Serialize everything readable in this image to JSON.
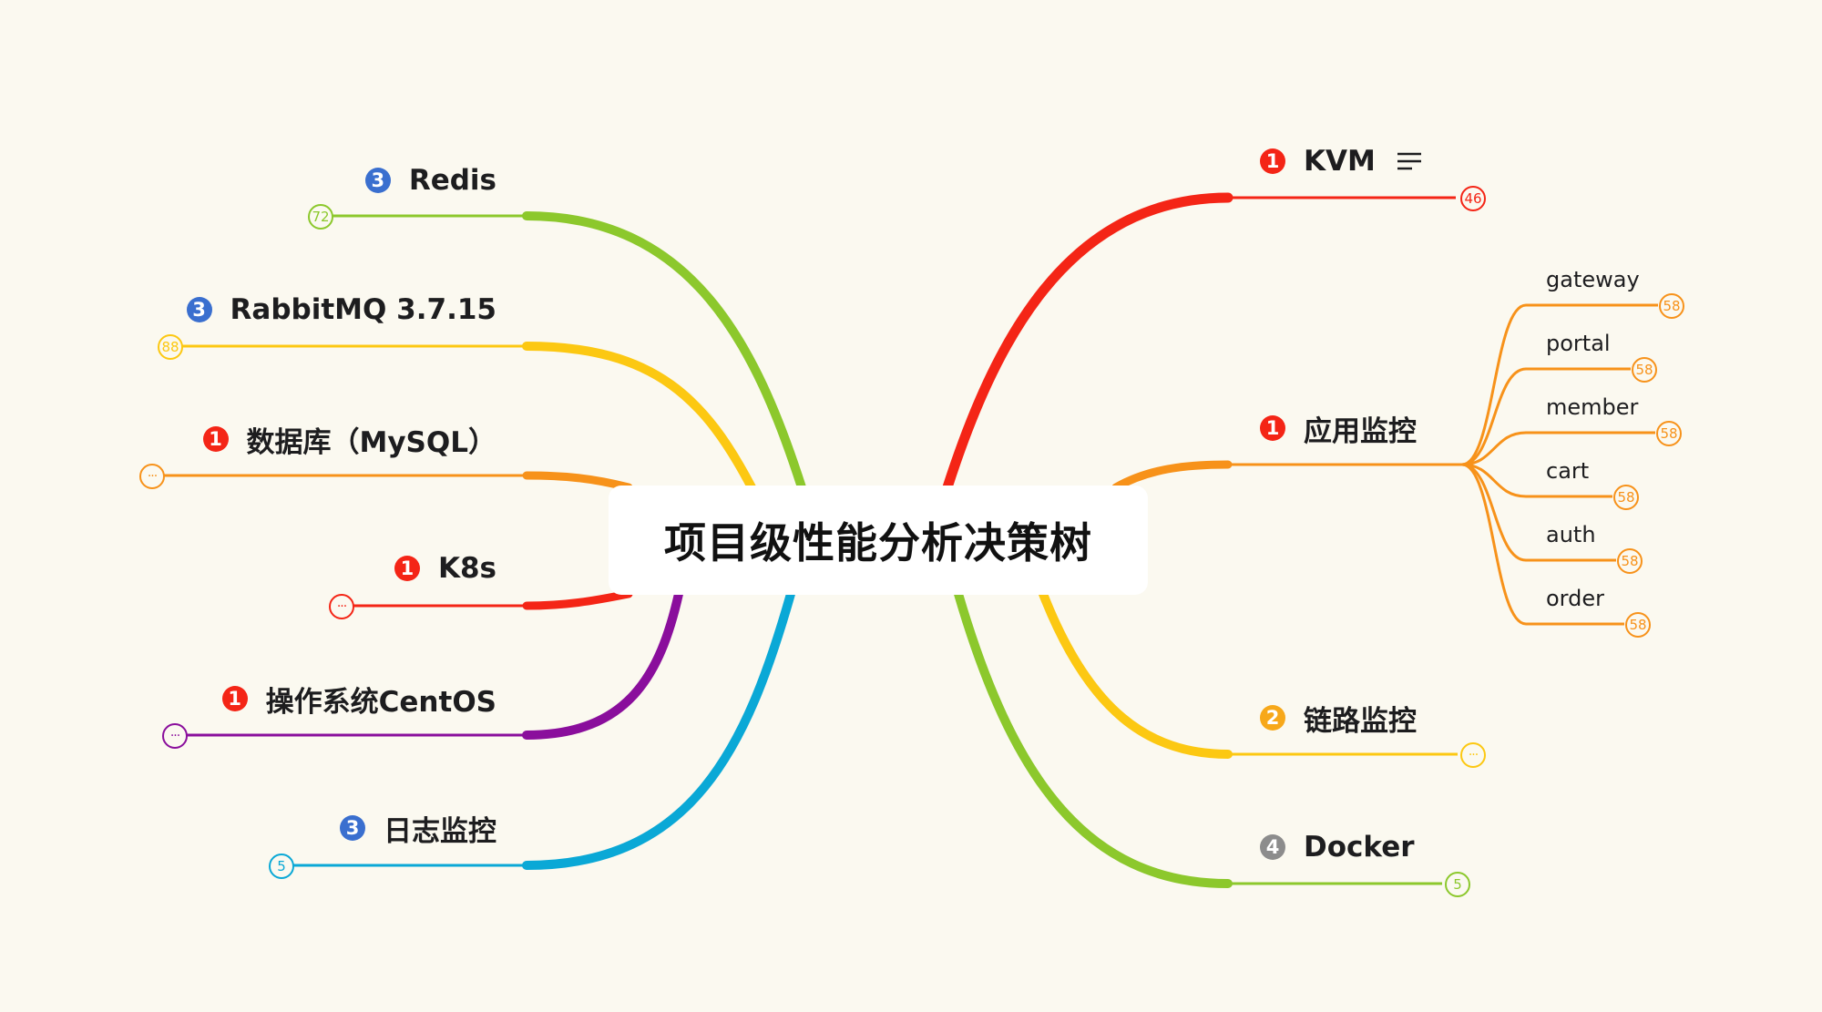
{
  "root": {
    "title": "项目级性能分析决策树"
  },
  "colors": {
    "red": "#f42516",
    "orange": "#f7921a",
    "yellow": "#fcc812",
    "green": "#8cc82c",
    "purple": "#8a0e9c",
    "cyan": "#0aa8d6",
    "blue_badge": "#3a6fcf",
    "gray_badge": "#8c8c8c",
    "background": "#fbf9f0"
  },
  "left_topics": [
    {
      "id": "redis",
      "label": "Redis",
      "priority": "3",
      "count": "72",
      "color": "#8cc82c"
    },
    {
      "id": "rabbitmq",
      "label": "RabbitMQ 3.7.15",
      "priority": "3",
      "count": "88",
      "color": "#fcc812"
    },
    {
      "id": "mysql",
      "label": "数据库（MySQL）",
      "priority": "1",
      "count": "···",
      "color": "#f7921a"
    },
    {
      "id": "k8s",
      "label": "K8s",
      "priority": "1",
      "count": "···",
      "color": "#f42516"
    },
    {
      "id": "centos",
      "label": "操作系统CentOS",
      "priority": "1",
      "count": "···",
      "color": "#8a0e9c"
    },
    {
      "id": "logs",
      "label": "日志监控",
      "priority": "3",
      "count": "5",
      "color": "#0aa8d6"
    }
  ],
  "right_topics": [
    {
      "id": "kvm",
      "label": "KVM",
      "priority": "1",
      "count": "46",
      "color": "#f42516",
      "has_note": true,
      "note_icon": "notes-icon"
    },
    {
      "id": "app",
      "label": "应用监控",
      "priority": "1",
      "count": "",
      "color": "#f7921a"
    },
    {
      "id": "trace",
      "label": "链路监控",
      "priority": "2",
      "count": "···",
      "color": "#fcc812"
    },
    {
      "id": "docker",
      "label": "Docker",
      "priority": "4",
      "count": "5",
      "color": "#8cc82c"
    }
  ],
  "app_children": [
    {
      "label": "gateway",
      "count": "58"
    },
    {
      "label": "portal",
      "count": "58"
    },
    {
      "label": "member",
      "count": "58"
    },
    {
      "label": "cart",
      "count": "58"
    },
    {
      "label": "auth",
      "count": "58"
    },
    {
      "label": "order",
      "count": "58"
    }
  ]
}
